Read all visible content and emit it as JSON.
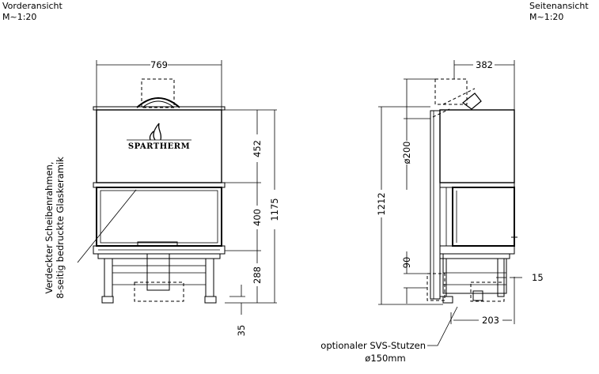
{
  "front_view": {
    "title": "Vorderansicht",
    "scale": "M~1:20",
    "brand": "SPARTHERM",
    "dims": {
      "width": "769",
      "top": "452",
      "mid": "400",
      "bottom": "288",
      "total": "1175",
      "feet": "35"
    },
    "glass_note_1": "Verdeckter Scheibenrahmen,",
    "glass_note_2": "8-seitig bedruckte Glaskeramik"
  },
  "side_view": {
    "title": "Seitenansicht",
    "scale": "M~1:20",
    "dims": {
      "depth": "382",
      "flue": "ø200",
      "height": "1212",
      "socket_h": "90",
      "offset": "15",
      "foot_depth": "203"
    },
    "socket_note": "optionaler SVS-Stutzen",
    "socket_dia": "ø150mm"
  }
}
